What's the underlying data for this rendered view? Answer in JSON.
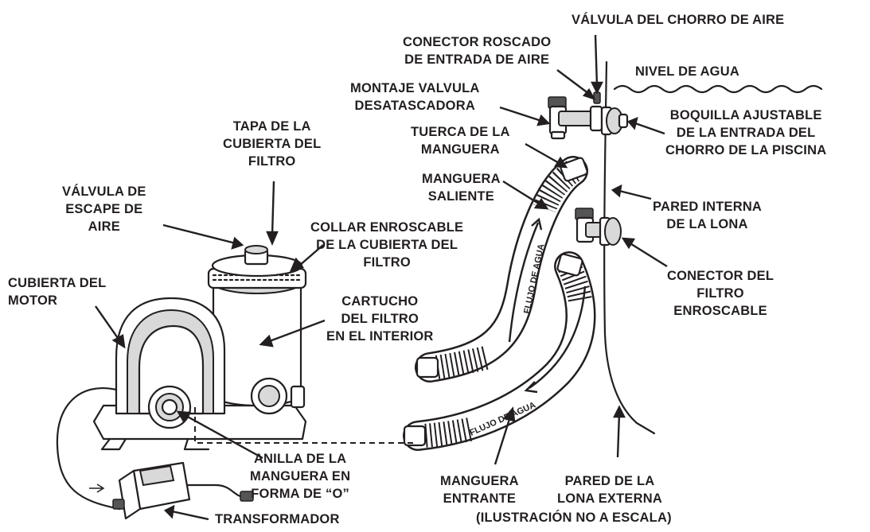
{
  "labels": {
    "air_jet_valve": "VÁLVULA DEL CHORRO DE AIRE",
    "air_inlet_connector": "CONECTOR ROSCADO\nDE ENTRADA DE AIRE",
    "water_level": "NIVEL DE AGUA",
    "plunger_valve": "MONTAJE VALVULA\nDESATASCADORA",
    "adjustable_nozzle": "BOQUILLA AJUSTABLE\nDE LA ENTRADA DEL\nCHORRO DE LA PISCINA",
    "hose_nut": "TUERCA DE LA\nMANGUERA",
    "filter_cover_cap": "TAPA DE LA\nCUBIERTA DEL\nFILTRO",
    "outlet_hose": "MANGUERA\nSALIENTE",
    "inner_liner_wall": "PARED INTERNA\nDE LA LONA",
    "air_release_valve": "VÁLVULA DE\nESCAPE DE\nAIRE",
    "filter_cover_collar": "COLLAR ENROSCABLE\nDE LA CUBIERTA DEL\nFILTRO",
    "motor_cover": "CUBIERTA DEL\nMOTOR",
    "filter_cartridge": "CARTUCHO\nDEL FILTRO\nEN EL INTERIOR",
    "strainer_connector": "CONECTOR DEL\nFILTRO\nENROSCABLE",
    "hose_o_ring": "ANILLA DE LA\nMANGUERA EN\nFORMA DE “O”",
    "inlet_hose": "MANGUERA\nENTRANTE",
    "outer_liner_wall": "PARED DE LA\nLONA EXTERNA",
    "transformer": "TRANSFORMADOR",
    "not_to_scale": "(ILUSTRACIÓN NO A ESCALA)"
  },
  "flow_labels": {
    "upper": "FLUJO DE AGUA",
    "lower": "FLUJO DE AGUA"
  }
}
